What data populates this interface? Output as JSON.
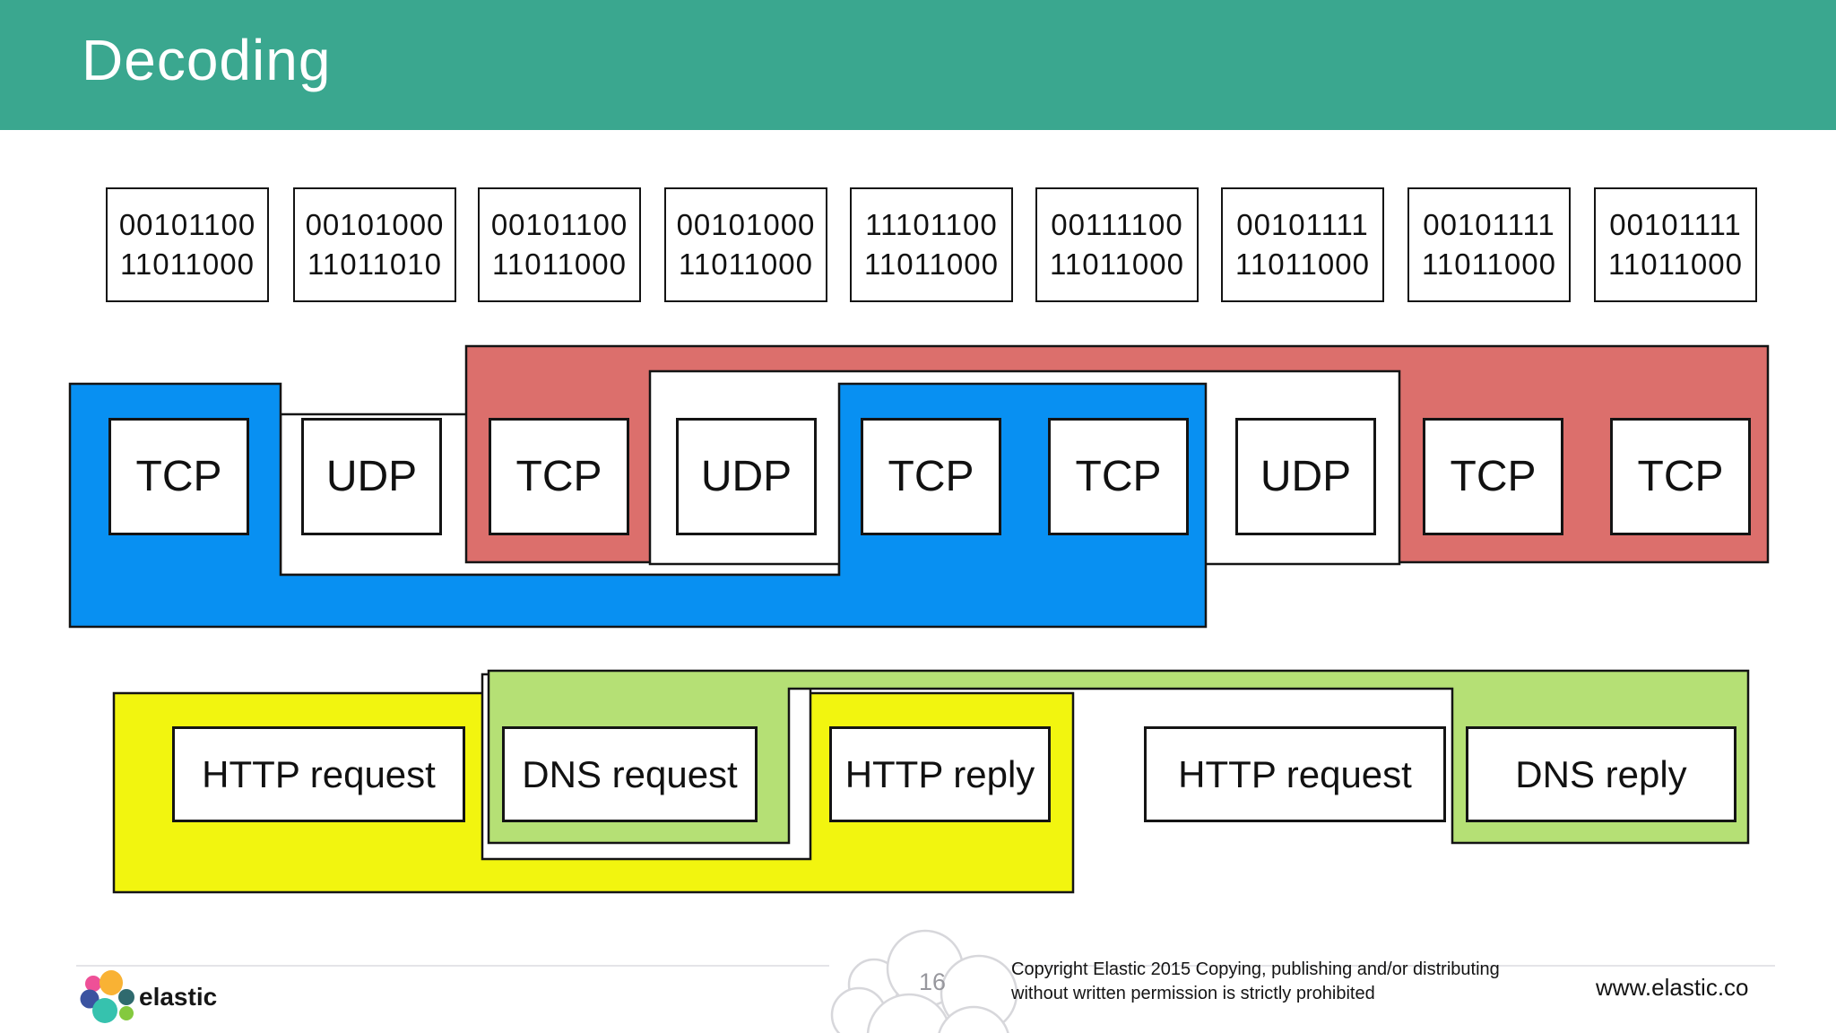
{
  "header": {
    "title": "Decoding",
    "bg_color": "#3aa78f",
    "text_color": "#ffffff"
  },
  "binary_row": [
    {
      "line1": "00101100",
      "line2": "11011000"
    },
    {
      "line1": "00101000",
      "line2": "11011010"
    },
    {
      "line1": "00101100",
      "line2": "11011000"
    },
    {
      "line1": "00101000",
      "line2": "11011000"
    },
    {
      "line1": "11101100",
      "line2": "11011000"
    },
    {
      "line1": "00111100",
      "line2": "11011000"
    },
    {
      "line1": "00101111",
      "line2": "11011000"
    },
    {
      "line1": "00101111",
      "line2": "11011000"
    },
    {
      "line1": "00101111",
      "line2": "11011000"
    }
  ],
  "transport_row": {
    "boxes": [
      {
        "label": "TCP",
        "stream": "blue"
      },
      {
        "label": "UDP",
        "stream": "none"
      },
      {
        "label": "TCP",
        "stream": "red"
      },
      {
        "label": "UDP",
        "stream": "none"
      },
      {
        "label": "TCP",
        "stream": "blue"
      },
      {
        "label": "TCP",
        "stream": "blue"
      },
      {
        "label": "UDP",
        "stream": "none"
      },
      {
        "label": "TCP",
        "stream": "red"
      },
      {
        "label": "TCP",
        "stream": "red"
      }
    ],
    "colors": {
      "blue": "#0890f2",
      "red": "#dc6f6c"
    }
  },
  "application_row": {
    "boxes": [
      {
        "label": "HTTP request",
        "stream": "yellow"
      },
      {
        "label": "DNS request",
        "stream": "green"
      },
      {
        "label": "HTTP reply",
        "stream": "yellow"
      },
      {
        "label": "HTTP request",
        "stream": "none"
      },
      {
        "label": "DNS reply",
        "stream": "green"
      }
    ],
    "colors": {
      "yellow": "#f2f50f",
      "green": "#b5e075"
    }
  },
  "footer": {
    "brand": "elastic",
    "page_number": "16",
    "copyright_line1": "Copyright Elastic 2015 Copying, publishing and/or distributing",
    "copyright_line2": "without written permission is strictly prohibited",
    "website": "www.elastic.co"
  }
}
